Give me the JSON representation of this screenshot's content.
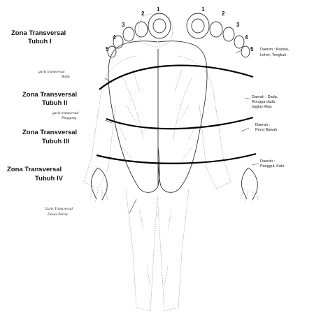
{
  "zones": [
    {
      "title": "Zona Transversal",
      "sub": "Tubuh I"
    },
    {
      "title": "Zona Transversal",
      "sub": "Tubuh II"
    },
    {
      "title": "Zona Transversal",
      "sub": "Tubuh III"
    },
    {
      "title": "Zona Transversal",
      "sub": "Tubuh IV"
    }
  ],
  "lines_labels": {
    "bahu": [
      "garis transversal",
      "Bahu"
    ],
    "pinggang": [
      "garis transversal",
      "Pinggang"
    ],
    "dasar_panggul": [
      "Garis Transversal",
      "Dasar Perna"
    ]
  },
  "regions": {
    "kepala": [
      "Daerah : Kepala,",
      "Leher, Tengkuk"
    ],
    "tubuh_atas": [
      "Daerah : Dada,",
      "Rongga dada",
      "bagian Atas"
    ],
    "perut": [
      "Daerah :",
      "Perut Bawah"
    ],
    "panggul": [
      "Daerah :",
      "Panggul, Kaki"
    ]
  },
  "toe_numbers": {
    "left": [
      "2",
      "1",
      "3",
      "4",
      "5"
    ],
    "right": [
      "1",
      "2",
      "3",
      "4",
      "5"
    ]
  }
}
